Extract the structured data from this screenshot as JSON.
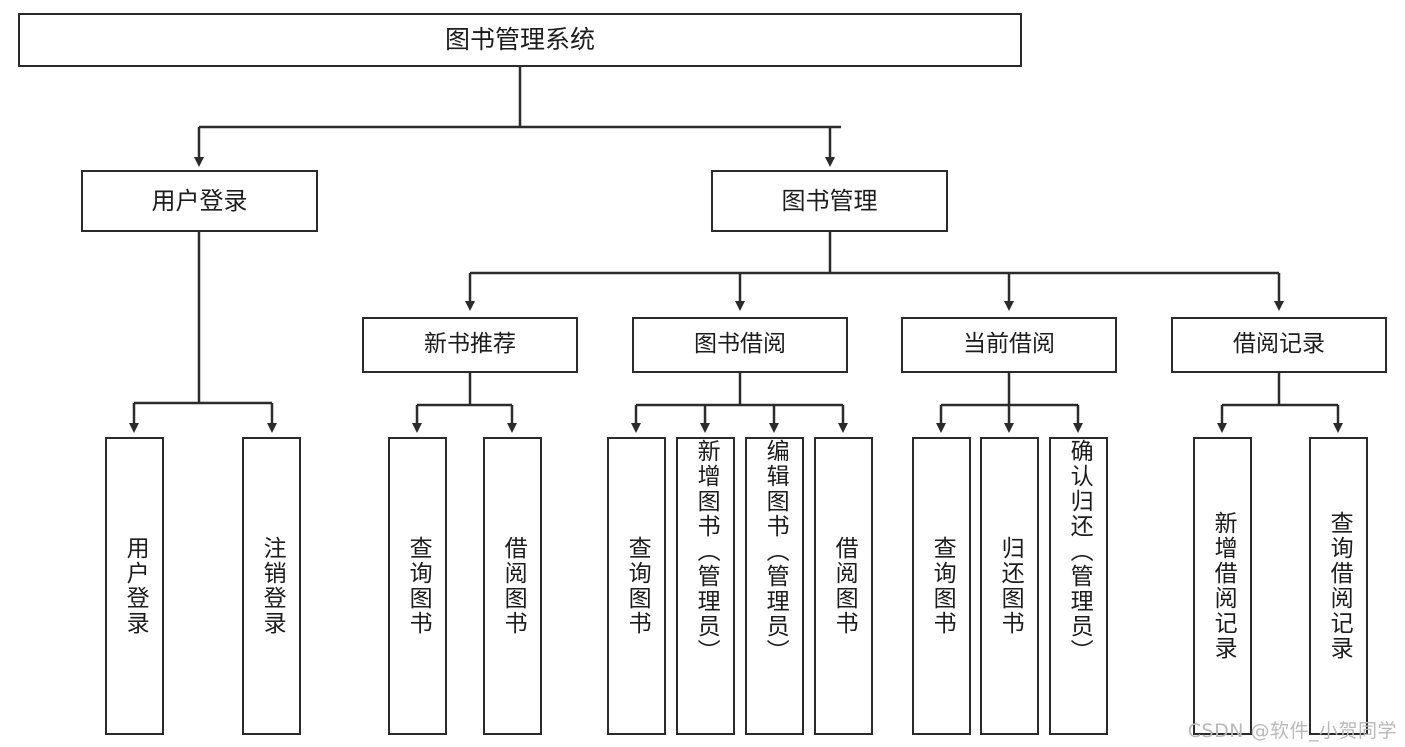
{
  "diagram": {
    "title": "图书管理系统",
    "type": "tree",
    "root": {
      "label": "图书管理系统"
    },
    "level2": [
      {
        "label": "用户登录"
      },
      {
        "label": "图书管理"
      }
    ],
    "level3": [
      {
        "label": "新书推荐"
      },
      {
        "label": "图书借阅"
      },
      {
        "label": "当前借阅"
      },
      {
        "label": "借阅记录"
      }
    ],
    "leaves": {
      "user_login": [
        {
          "label": "用户登录"
        },
        {
          "label": "注销登录"
        }
      ],
      "new_book_recommend": [
        {
          "label": "查询图书"
        },
        {
          "label": "借阅图书"
        }
      ],
      "book_borrow": [
        {
          "label": "查询图书"
        },
        {
          "label": "新增图书（管理员）"
        },
        {
          "label": "编辑图书（管理员）"
        },
        {
          "label": "借阅图书"
        }
      ],
      "current_borrow": [
        {
          "label": "查询图书"
        },
        {
          "label": "归还图书"
        },
        {
          "label": "确认归还（管理员）"
        }
      ],
      "borrow_record": [
        {
          "label": "新增借阅记录"
        },
        {
          "label": "查询借阅记录"
        }
      ]
    }
  },
  "watermark": {
    "text": "CSDN @软件_小贺同学"
  },
  "colors": {
    "border": "#2b2b2b",
    "background": "#ffffff",
    "text": "#1c1c1c",
    "watermark": "#b9b9b9"
  }
}
